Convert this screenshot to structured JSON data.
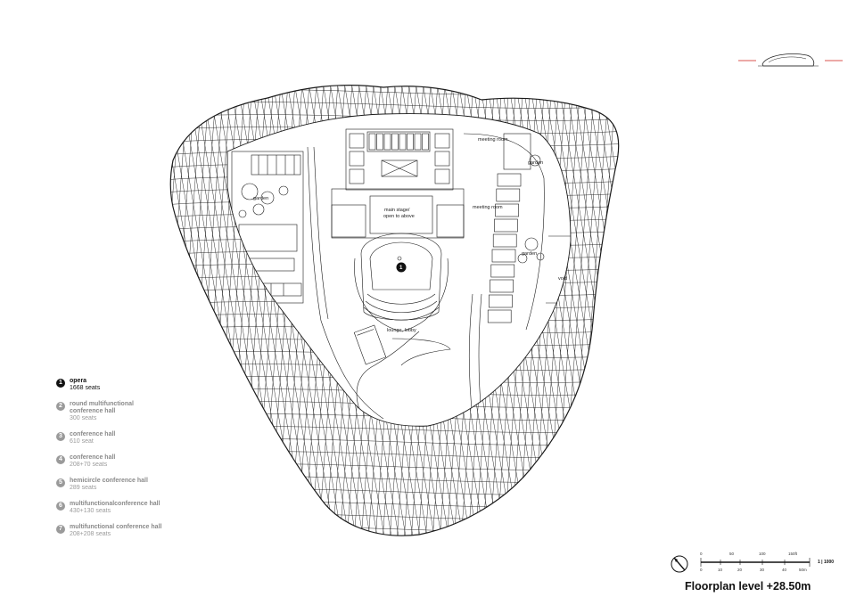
{
  "drawing": {
    "title": "Floorplan level +28.50m",
    "scale_ratio": "1 | 1000",
    "scale_top_ticks": [
      "0",
      "50",
      "100",
      "150ft"
    ],
    "scale_bottom_ticks": [
      "0",
      "10",
      "20",
      "30",
      "40",
      "50m"
    ]
  },
  "plan_labels": {
    "main_stage": "main stage/",
    "main_stage_2": "open to above",
    "meeting_room_1": "meeting room",
    "meeting_room_2": "meeting room",
    "garden_1": "garden",
    "garden_2": "garden",
    "garden_3": "garden",
    "void": "void",
    "lounge": "lounge, lobby",
    "opera_marker": "1"
  },
  "legend": [
    {
      "num": "1",
      "name": "opera",
      "seats": "1668 seats",
      "active": true
    },
    {
      "num": "2",
      "name": "round multifunctional conference hall",
      "seats": "300 seats",
      "active": false
    },
    {
      "num": "3",
      "name": "conference hall",
      "seats": "610 seat",
      "active": false
    },
    {
      "num": "4",
      "name": "conference hall",
      "seats": "208+70 seats",
      "active": false
    },
    {
      "num": "5",
      "name": "hemicircle conference hall",
      "seats": "289 seats",
      "active": false
    },
    {
      "num": "6",
      "name": "multifunctionalconference hall",
      "seats": "430+130 seats",
      "active": false
    },
    {
      "num": "7",
      "name": "multifunctional conference hall",
      "seats": "208+208 seats",
      "active": false
    }
  ],
  "colors": {
    "accent": "#d9534f",
    "line": "#1a1a1a",
    "muted": "#9a9a9a"
  },
  "icons": {
    "north_arrow": "north-arrow-icon",
    "key_plan": "building-section-icon"
  }
}
